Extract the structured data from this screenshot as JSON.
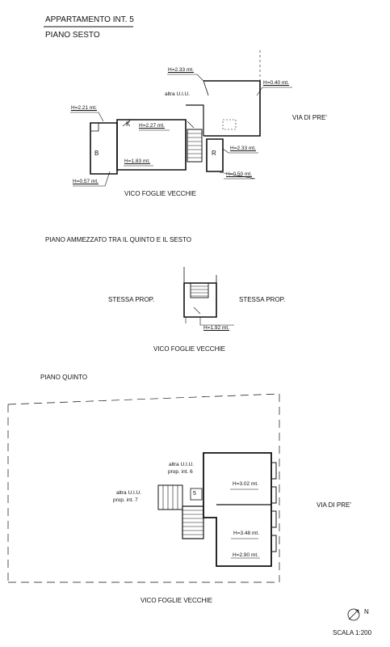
{
  "header": {
    "title": "APPARTAMENTO INT. 5",
    "floor_sixth": "PIANO SESTO"
  },
  "sixth_floor": {
    "h_233_top": "H=2.33 mt.",
    "h_040": "H=0.40 mt.",
    "altra_uiu": "altra U.I.U.",
    "h_221": "H=2.21 mt.",
    "room_k": "K",
    "h_227": "H=2.27 mt.",
    "room_b": "B",
    "room_r": "R",
    "h_233_right": "H=2.33 mt.",
    "h_183": "H=1.83 mt.",
    "h_057": "H=0.57 mt.",
    "h_050": "H=0.50 mt.",
    "street_right": "VIA DI PRE'",
    "street_bottom": "VICO FOGLIE VECCHIE"
  },
  "mezzanine": {
    "title": "PIANO AMMEZZATO TRA IL QUINTO E IL SESTO",
    "stessa_left": "STESSA PROP.",
    "stessa_right": "STESSA PROP.",
    "h_192": "H=1.92 mt.",
    "street_bottom": "VICO FOGLIE VECCHIE"
  },
  "fifth_floor": {
    "title": "PIANO QUINTO",
    "altra_top_1": "altra U.I.U.",
    "altra_top_2": "prop. int. 6",
    "altra_left_1": "altra U.I.U.",
    "altra_left_2": "prop. int. 7",
    "room_5": "5",
    "h_302": "H=3.02 mt.",
    "h_348": "H=3.48 mt.",
    "h_290": "H=2.90 mt.",
    "street_right": "VIA DI PRE'",
    "street_bottom": "VICO FOGLIE VECCHIE"
  },
  "footer": {
    "north": "N",
    "scale": "SCALA 1:200"
  }
}
